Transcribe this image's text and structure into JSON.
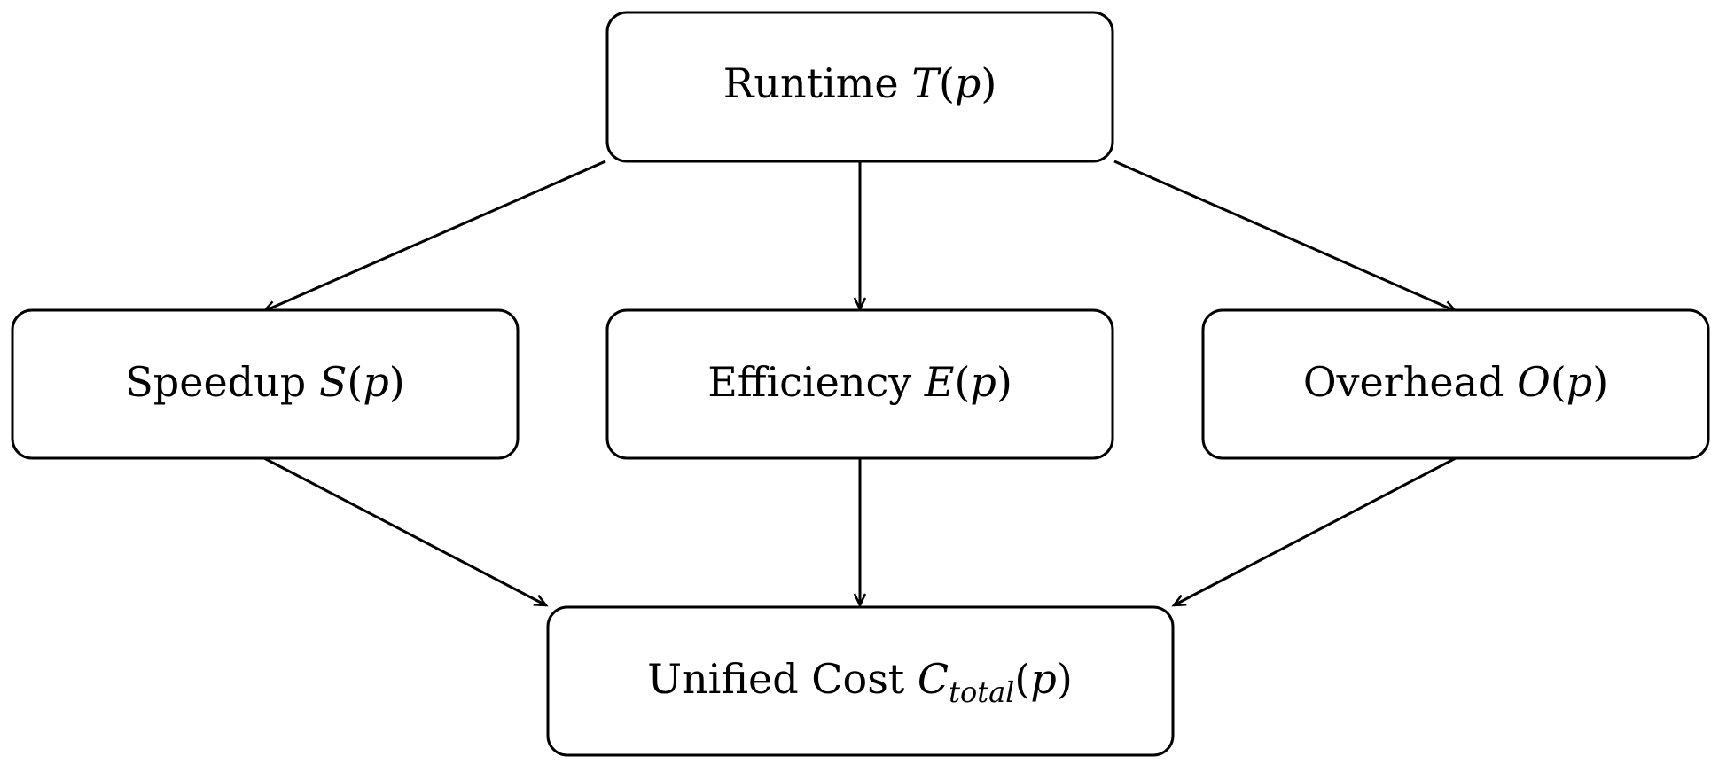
{
  "nodes": {
    "runtime": {
      "label": "Runtime",
      "func": "T",
      "arg": "p"
    },
    "speedup": {
      "label": "Speedup",
      "func": "S",
      "arg": "p"
    },
    "efficiency": {
      "label": "Efficiency",
      "func": "E",
      "arg": "p"
    },
    "overhead": {
      "label": "Overhead",
      "func": "O",
      "arg": "p"
    },
    "unified_cost": {
      "label": "Unified Cost",
      "func": "C",
      "subscript": "total",
      "arg": "p"
    }
  },
  "edges": [
    {
      "from": "runtime",
      "to": "speedup"
    },
    {
      "from": "runtime",
      "to": "efficiency"
    },
    {
      "from": "runtime",
      "to": "overhead"
    },
    {
      "from": "speedup",
      "to": "unified_cost"
    },
    {
      "from": "efficiency",
      "to": "unified_cost"
    },
    {
      "from": "overhead",
      "to": "unified_cost"
    }
  ]
}
